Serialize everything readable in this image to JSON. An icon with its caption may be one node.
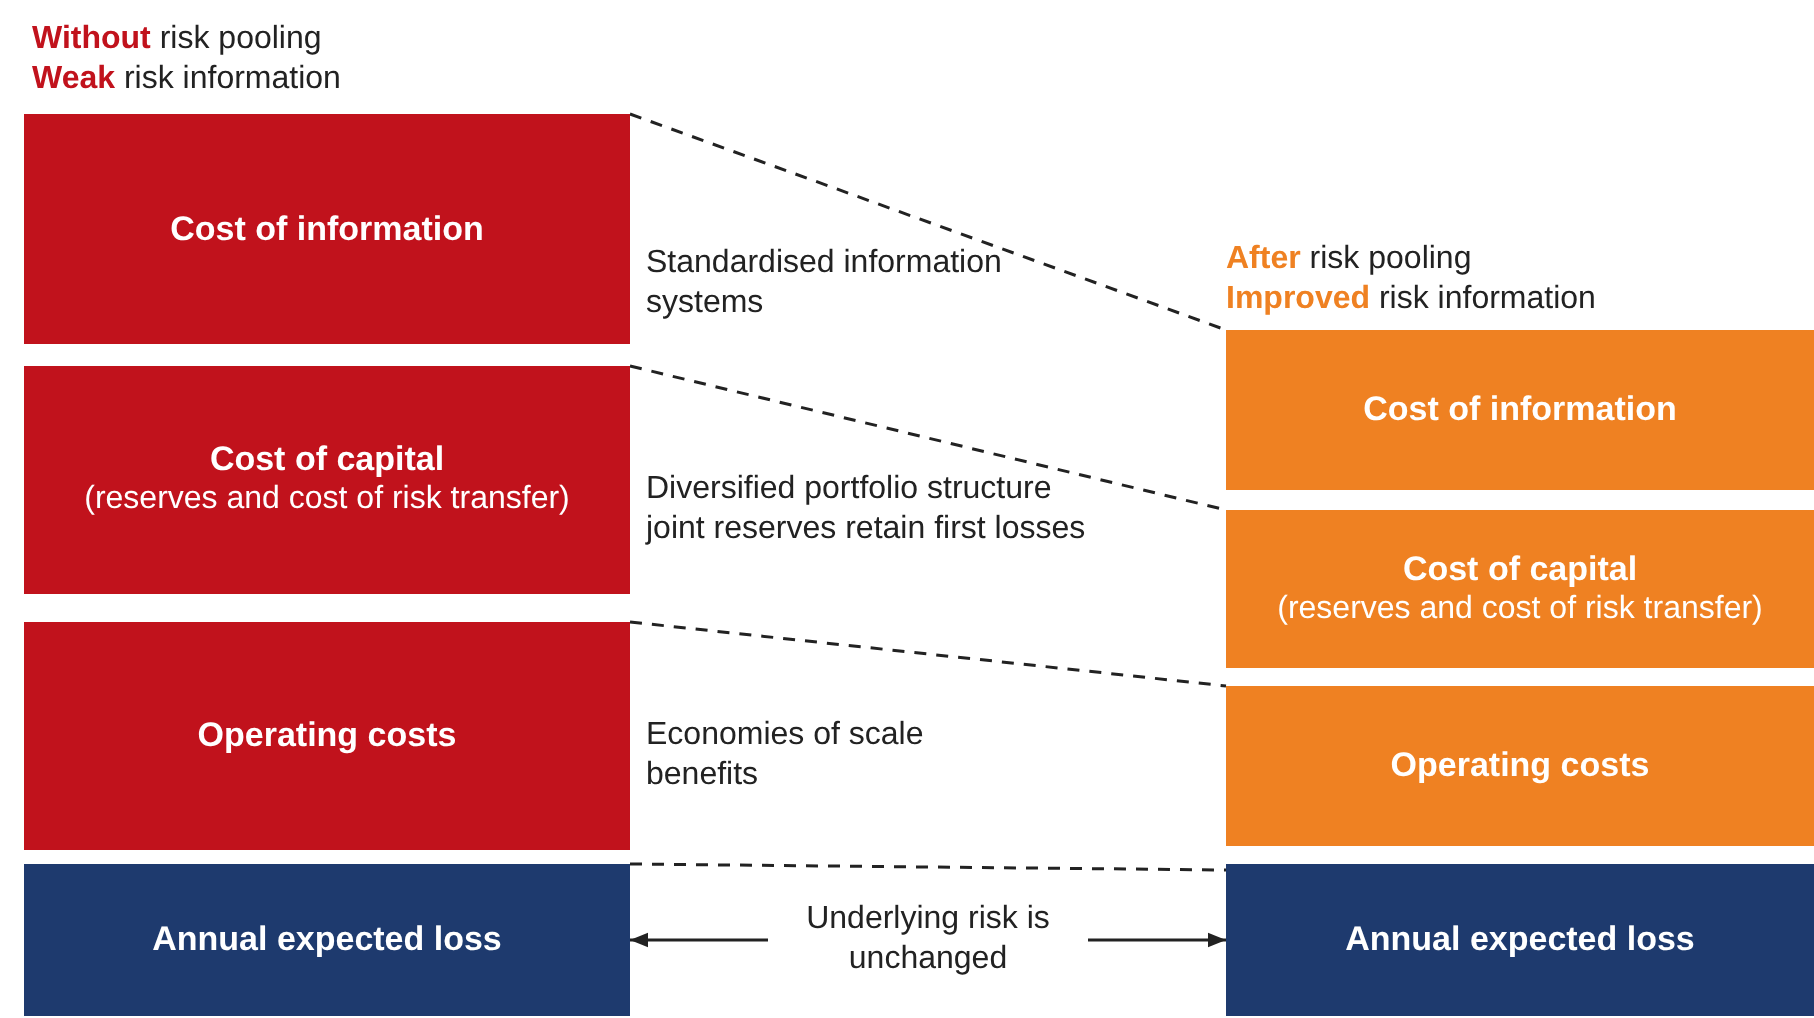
{
  "diagram": {
    "nodes": [
      {
        "text": [
          "Cost of information"
        ]
      },
      {
        "text": [
          "Cost of capital",
          "(reserves and cost of risk transfer)"
        ]
      },
      {
        "text": [
          "Operating costs"
        ]
      },
      {
        "text": [
          "Annual expected loss"
        ]
      },
      {
        "text": [
          "Cost of information"
        ]
      },
      {
        "text": [
          "Cost of capital",
          "(reserves and cost of risk transfer)"
        ]
      },
      {
        "text": [
          "Operating costs"
        ]
      },
      {
        "text": [
          "Annual expected loss"
        ]
      }
    ],
    "edges": [
      {
        "from": 0,
        "to": 4,
        "arrow": "none",
        "style": "dashed"
      },
      {
        "from": 1,
        "to": 5,
        "arrow": "none",
        "style": "dashed"
      },
      {
        "from": 2,
        "to": 6,
        "arrow": "none",
        "style": "dashed"
      },
      {
        "from": 3,
        "to": 7,
        "arrow": "none",
        "style": "dashed"
      },
      {
        "from": 3,
        "to": 7,
        "arrow": "both",
        "label": "Underlying risk is unchanged"
      }
    ],
    "labels": [
      "**Without** risk pooling",
      "**Weak** risk information",
      "Standardised information systems",
      "**After** risk pooling",
      "**Improved** risk information",
      "Diversified portfolio structure joint reserves retain first losses",
      "Economies of scale benefits"
    ]
  }
}
